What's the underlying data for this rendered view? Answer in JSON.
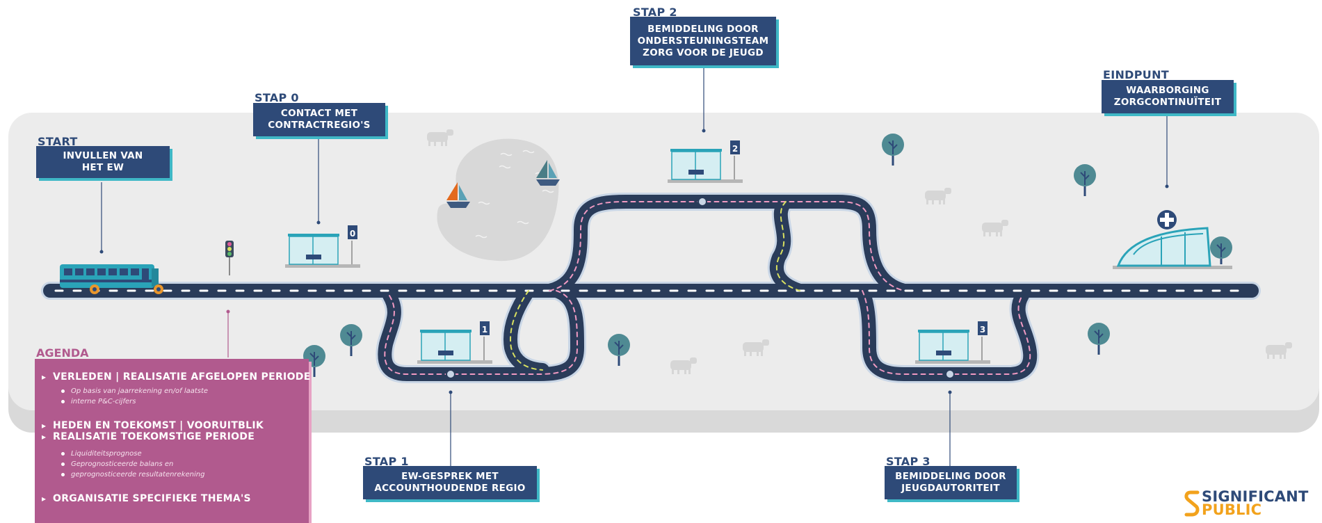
{
  "stages": {
    "start": {
      "heading": "START",
      "lines": [
        "INVULLEN VAN",
        "HET EW"
      ]
    },
    "stap0": {
      "heading": "STAP 0",
      "lines": [
        "CONTACT MET",
        "CONTRACTREGIO'S"
      ],
      "sign": "0"
    },
    "stap1": {
      "heading": "STAP 1",
      "lines": [
        "EW-GESPREK MET",
        "ACCOUNTHOUDENDE REGIO"
      ],
      "sign": "1"
    },
    "stap2": {
      "heading": "STAP 2",
      "lines": [
        "BEMIDDELING DOOR",
        "ONDERSTEUNINGSTEAM",
        "ZORG VOOR DE JEUGD"
      ],
      "sign": "2"
    },
    "stap3": {
      "heading": "STAP 3",
      "lines": [
        "BEMIDDELING DOOR",
        "JEUGDAUTORITEIT"
      ],
      "sign": "3"
    },
    "eindpunt": {
      "heading": "EINDPUNT",
      "lines": [
        "WAARBORGING",
        "ZORGCONTINUÏTEIT"
      ]
    }
  },
  "agenda": {
    "heading": "AGENDA",
    "item1": "VERLEDEN | REALISATIE AFGELOPEN PERIODE",
    "item1_sub": [
      "Op basis van jaarrekening en/of laatste",
      "interne P&C-cijfers"
    ],
    "item2": [
      "HEDEN EN TOEKOMST | VOORUITBLIK",
      "REALISATIE TOEKOMSTIGE PERIODE"
    ],
    "item2_sub1": "Liquiditeitsprognose",
    "item2_sub2": [
      "Geprognosticeerde balans en",
      "geprognosticeerde resultatenrekening"
    ],
    "item3": "ORGANISATIE SPECIFIEKE THEMA'S"
  },
  "logo": {
    "line1": "SIGNIFICANT",
    "line2": "PUBLIC"
  },
  "colors": {
    "navy": "#2e4a78",
    "teal": "#3fb8c6",
    "road": "#2a3c5a",
    "magenta": "#b15a8e",
    "ground": "#ececec",
    "logo_orange": "#f2a21c"
  },
  "icons": [
    "bus-icon",
    "traffic-light-icon",
    "bus-stop-icon",
    "sailboat-icon",
    "tree-icon",
    "cow-icon",
    "hospital-icon",
    "logo-s-icon"
  ]
}
